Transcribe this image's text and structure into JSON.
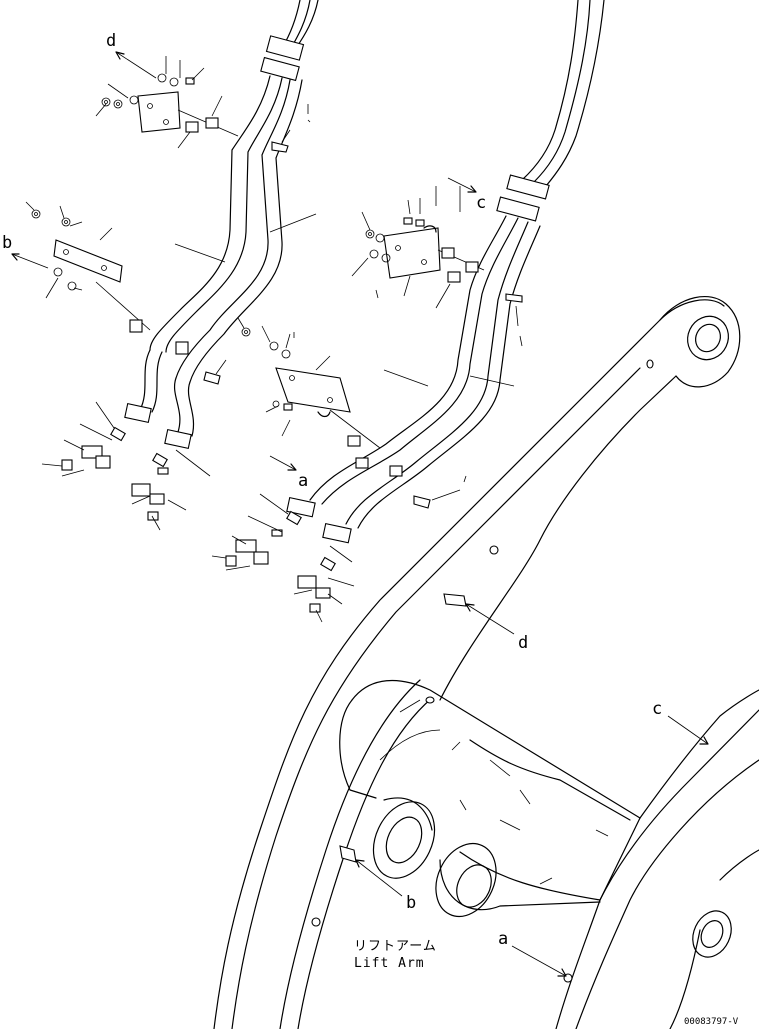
{
  "callouts": {
    "a_top": "a",
    "a_bottom": "a",
    "b_top": "b",
    "b_bottom": "b",
    "c_top": "c",
    "c_bottom": "c",
    "d_top": "d",
    "d_bottom": "d"
  },
  "caption": {
    "japanese": "リフトアーム",
    "english": "Lift Arm"
  },
  "drawing_number": "00083797-V"
}
